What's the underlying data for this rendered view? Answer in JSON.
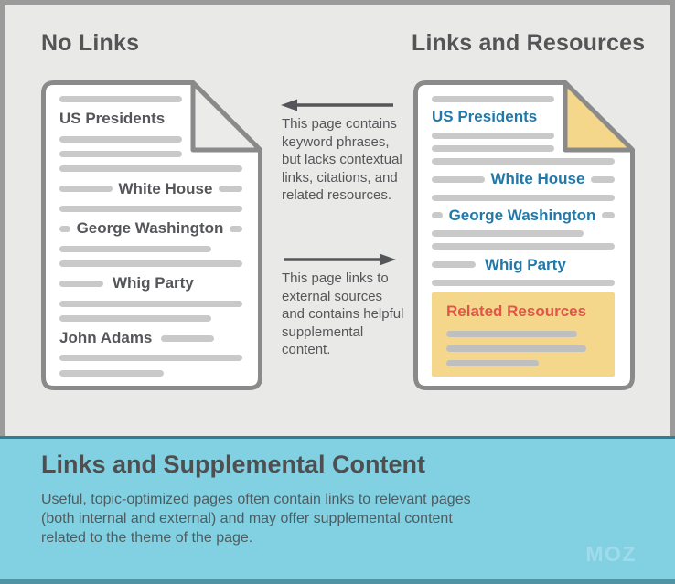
{
  "colors": {
    "frame": "#9b9b9b",
    "canvas_bg": "#e9e9e7",
    "heading_text": "#545456",
    "doc_border": "#8a8a8a",
    "doc_bg": "#ffffff",
    "text_bar": "#c9c9c9",
    "box_bar": "#bfbfbf",
    "dark_text": "#55565a",
    "link_blue": "#2279a9",
    "fold_gray": "#ebebe9",
    "accent_tan": "#f5d78c",
    "accent_red": "#e1554a",
    "panel_bg": "#82d1e2",
    "panel_top_line": "#2e7e97",
    "panel_bottom_line": "#4f93a4",
    "panel_title": "#4f4f51",
    "panel_text": "#4e5c61",
    "logo_blue": "#a0dbec",
    "arrow": "#55565a"
  },
  "headings": {
    "left": "No Links",
    "right": "Links and Resources"
  },
  "annotations": {
    "to_left": "This page contains\nkeyword phrases,\nbut lacks contextual\nlinks, citations, and\nrelated resources.",
    "to_right": "This page links to\nexternal sources\nand contains helpful\nsupplemental\ncontent."
  },
  "documents": {
    "no_links": {
      "fold": "gray",
      "rows": [
        {
          "segs": [
            {
              "bar": 67
            }
          ]
        },
        {
          "segs": [
            {
              "label": "US Presidents"
            }
          ]
        },
        {
          "segs": [
            {
              "bar": 67
            }
          ]
        },
        {
          "segs": [
            {
              "bar": 67
            }
          ]
        },
        {
          "segs": [
            {
              "bar": 100
            }
          ]
        },
        {
          "j": "between",
          "segs": [
            {
              "bar": 29
            },
            {
              "label": "White House"
            },
            {
              "bar": 13
            }
          ]
        },
        {
          "segs": [
            {
              "bar": 100
            }
          ]
        },
        {
          "j": "between",
          "segs": [
            {
              "bar": 6
            },
            {
              "label": "George Washington"
            },
            {
              "bar": 7
            }
          ]
        },
        {
          "segs": [
            {
              "bar": 83
            }
          ]
        },
        {
          "segs": [
            {
              "bar": 100
            }
          ]
        },
        {
          "segs": [
            {
              "bar": 24
            },
            {
              "label": "Whig Party"
            }
          ]
        },
        {
          "segs": [
            {
              "bar": 100
            }
          ]
        },
        {
          "segs": [
            {
              "bar": 83
            }
          ]
        },
        {
          "segs": [
            {
              "label": "John Adams"
            },
            {
              "bar": 29
            }
          ]
        },
        {
          "segs": [
            {
              "bar": 100
            }
          ]
        },
        {
          "segs": [
            {
              "bar": 57
            }
          ]
        }
      ]
    },
    "links_and_resources": {
      "fold": "tan",
      "rows": [
        {
          "segs": [
            {
              "bar": 67
            }
          ]
        },
        {
          "segs": [
            {
              "label": "US Presidents"
            }
          ]
        },
        {
          "segs": [
            {
              "bar": 67
            }
          ]
        },
        {
          "segs": [
            {
              "bar": 67
            }
          ]
        },
        {
          "segs": [
            {
              "bar": 100
            }
          ]
        },
        {
          "j": "between",
          "segs": [
            {
              "bar": 29
            },
            {
              "label": "White House"
            },
            {
              "bar": 13
            }
          ]
        },
        {
          "segs": [
            {
              "bar": 100
            }
          ]
        },
        {
          "j": "between",
          "segs": [
            {
              "bar": 6
            },
            {
              "label": "George Washington"
            },
            {
              "bar": 7
            }
          ]
        },
        {
          "segs": [
            {
              "bar": 83
            }
          ]
        },
        {
          "segs": [
            {
              "bar": 100
            }
          ]
        },
        {
          "segs": [
            {
              "bar": 24
            },
            {
              "label": "Whig Party"
            }
          ]
        },
        {
          "segs": [
            {
              "bar": 100
            }
          ]
        },
        {
          "box": {
            "title": "Related Resources",
            "bars": [
              85,
              91,
              60
            ]
          }
        }
      ]
    }
  },
  "panel": {
    "title": "Links and Supplemental Content",
    "description": "Useful, topic-optimized pages often contain links to relevant pages\n(both internal and external) and may offer supplemental content\nrelated to the theme of the page.",
    "logo": "MOZ"
  }
}
